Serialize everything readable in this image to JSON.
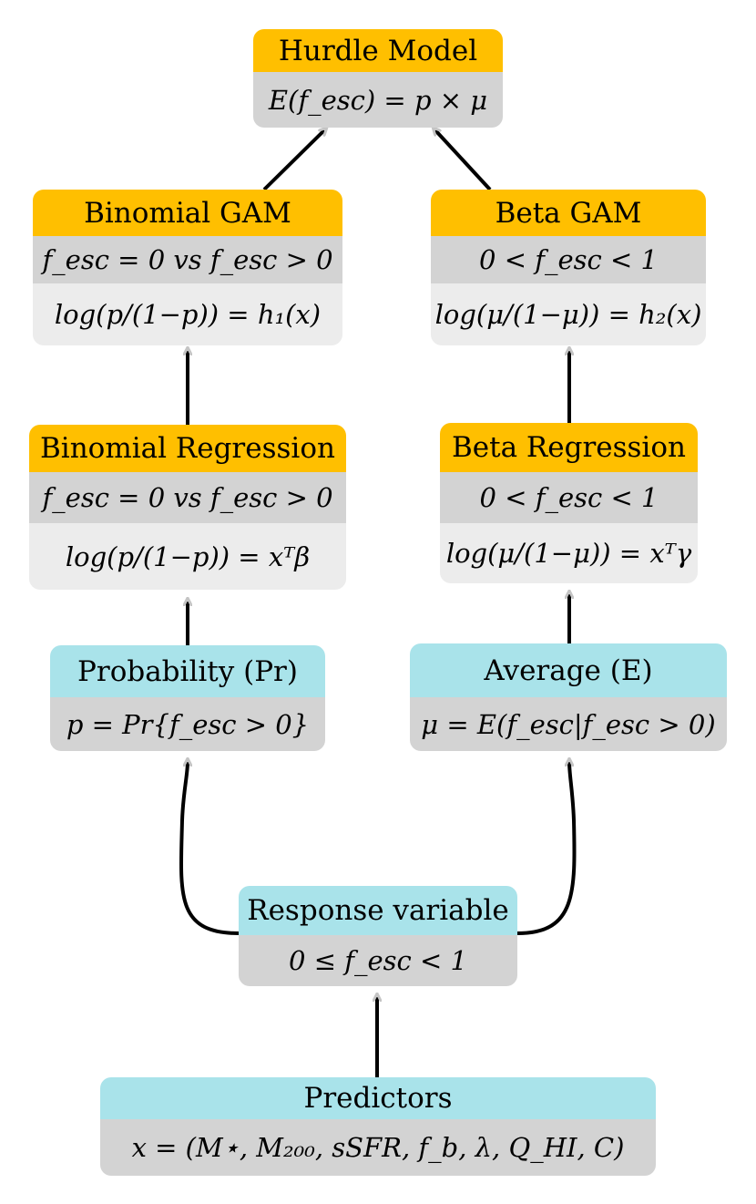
{
  "colors": {
    "model_header": "#ffbf00",
    "variable_header": "#a9e3ea",
    "condition_band": "#d3d3d3",
    "formula_band": "#ececec",
    "edge": "#000000",
    "arrowhead": "#c4c4c4"
  },
  "nodes": {
    "hurdle": {
      "title": "Hurdle Model",
      "formula": "E(f_esc) = p × μ"
    },
    "binomial_gam": {
      "title": "Binomial GAM",
      "condition": "f_esc = 0 vs f_esc > 0",
      "formula": "log(p/(1−p)) = h₁(x)"
    },
    "beta_gam": {
      "title": "Beta GAM",
      "condition": "0 < f_esc < 1",
      "formula": "log(μ/(1−μ)) = h₂(x)"
    },
    "binomial_reg": {
      "title": "Binomial Regression",
      "condition": "f_esc = 0 vs f_esc > 0",
      "formula": "log(p/(1−p)) = xᵀβ"
    },
    "beta_reg": {
      "title": "Beta Regression",
      "condition": "0 < f_esc < 1",
      "formula": "log(μ/(1−μ)) = xᵀγ"
    },
    "probability": {
      "title": "Probability (Pr)",
      "formula": "p = Pr{f_esc > 0}"
    },
    "average": {
      "title": "Average (E)",
      "formula": "μ = E(f_esc|f_esc > 0)"
    },
    "response": {
      "title": "Response variable",
      "formula": "0 ≤ f_esc < 1"
    },
    "predictors": {
      "title": "Predictors",
      "formula": "x = (M⋆, M₂₀₀, sSFR, f_b, λ, Q_HI, C)"
    }
  },
  "edges": [
    {
      "from": "predictors",
      "to": "response"
    },
    {
      "from": "response",
      "to": "probability"
    },
    {
      "from": "response",
      "to": "average"
    },
    {
      "from": "probability",
      "to": "binomial_reg"
    },
    {
      "from": "average",
      "to": "beta_reg"
    },
    {
      "from": "binomial_reg",
      "to": "binomial_gam"
    },
    {
      "from": "beta_reg",
      "to": "beta_gam"
    },
    {
      "from": "binomial_gam",
      "to": "hurdle"
    },
    {
      "from": "beta_gam",
      "to": "hurdle"
    }
  ]
}
